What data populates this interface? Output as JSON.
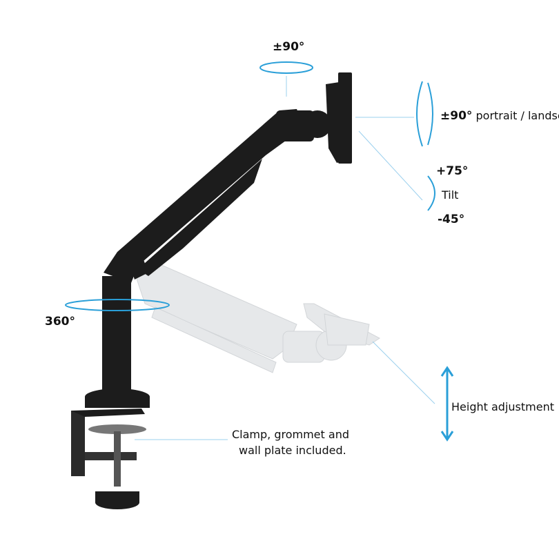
{
  "colors": {
    "accent": "#2a9fd8",
    "arm": "#1a1a1a",
    "ghost_arm": "#e4e6e8"
  },
  "labels": {
    "swivel_top": "±90°",
    "rotation_value": "±90°",
    "rotation_text": "portrait / landsc",
    "tilt_up": "+75°",
    "tilt_label": "Tilt",
    "tilt_down": "-45°",
    "base_rotation": "360°",
    "height": "Height adjustment",
    "clamp_line1": "Clamp, grommet and",
    "clamp_line2": "wall plate included."
  }
}
